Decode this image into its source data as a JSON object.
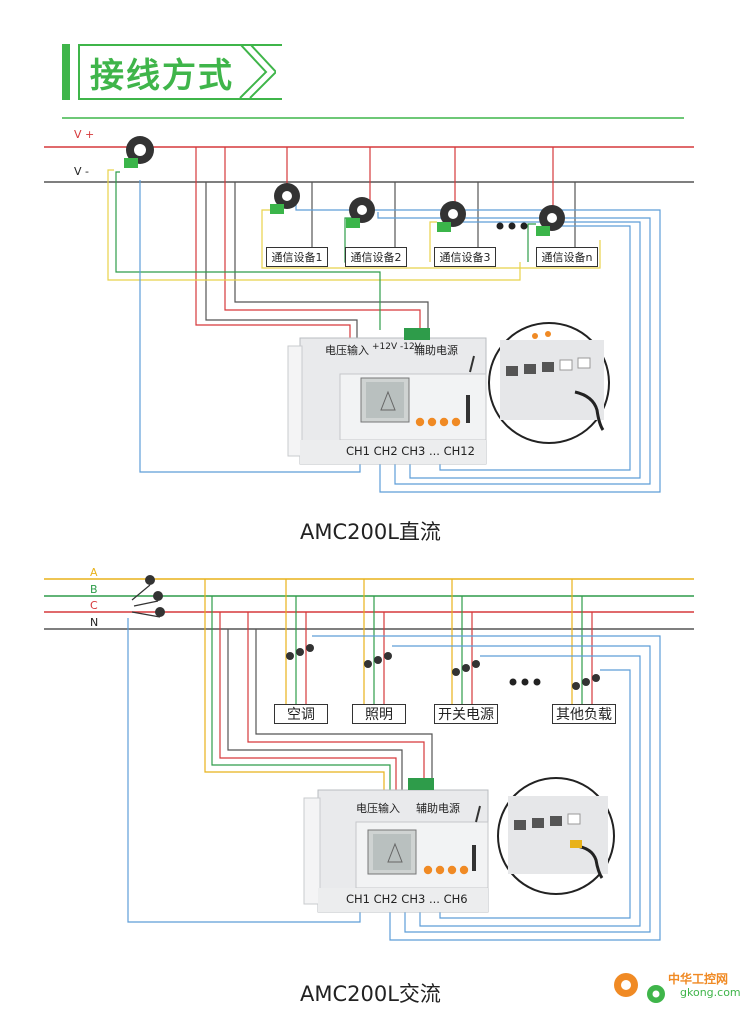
{
  "header": {
    "title": "接线方式"
  },
  "dc": {
    "caption": "AMC200L直流",
    "bus": {
      "pos": "V +",
      "neg": "V -"
    },
    "devices": [
      "通信设备1",
      "通信设备2",
      "通信设备3",
      "通信设备n"
    ],
    "meter": {
      "voltage_input": "电压输入",
      "power_polarity": "+12V -12V",
      "aux_power": "辅助电源",
      "channels": "CH1 CH2 CH3 ... CH12"
    }
  },
  "ac": {
    "caption": "AMC200L交流",
    "phases": [
      "A",
      "B",
      "C",
      "N"
    ],
    "loads": [
      "空调",
      "照明",
      "开关电源",
      "其他负载"
    ],
    "meter": {
      "voltage_input": "电压输入",
      "aux_power": "辅助电源",
      "channels": "CH1 CH2 CH3 ... CH6"
    }
  },
  "colors": {
    "accent": "#3fb54a",
    "red": "#d6383b",
    "gray": "#555555",
    "yellow": "#e8d24a",
    "green": "#2e9c4a",
    "blue": "#5d9ed8",
    "orange": "#f08a24",
    "phase_a": "#e8b21a"
  },
  "watermark": {
    "cn": "中华工控网",
    "url": "gkong.com"
  }
}
